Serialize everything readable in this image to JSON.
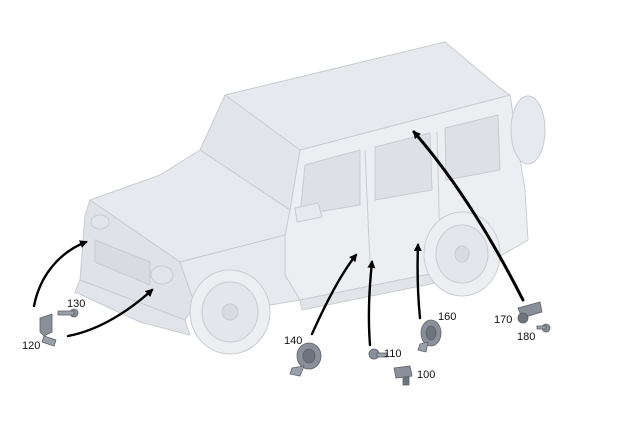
{
  "callouts": {
    "c100": "100",
    "c110": "110",
    "c120": "120",
    "c130": "130",
    "c140": "140",
    "c160": "160",
    "c170": "170",
    "c180": "180"
  },
  "colors": {
    "body": "#eceef1",
    "body_shade": "#dfe2e6",
    "outline": "#c8ccd2",
    "part": "#8a9099",
    "part_dark": "#5c626b",
    "leader": "#000000"
  }
}
